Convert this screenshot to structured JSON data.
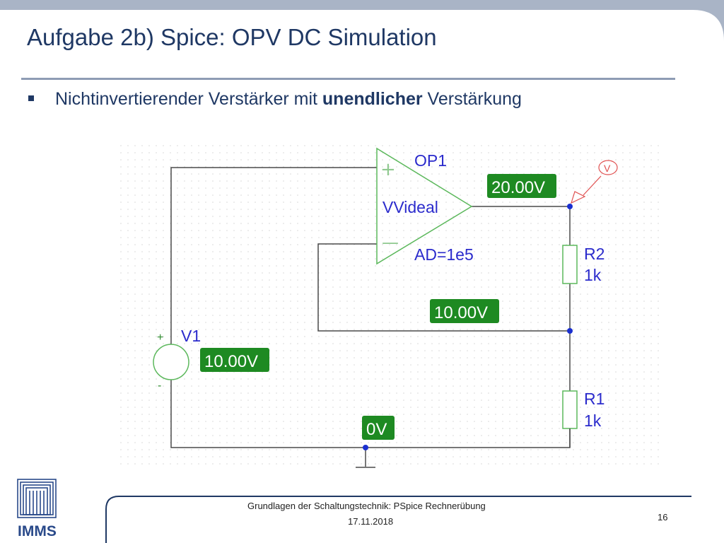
{
  "slide": {
    "title": "Aufgabe 2b) Spice: OPV DC Simulation",
    "bullet": {
      "prefix": "Nichtinvertierender Verstärker mit ",
      "emphasis": "unendlicher",
      "suffix": " Verstärkung"
    }
  },
  "schematic": {
    "opamp": {
      "name": "OP1",
      "model": "VVideal",
      "param": "AD=1e5"
    },
    "r2": {
      "name": "R2",
      "value": "1k"
    },
    "r1": {
      "name": "R1",
      "value": "1k"
    },
    "v1": {
      "name": "V1",
      "plus": "+",
      "minus": "-"
    },
    "probe": {
      "label": "V"
    },
    "voltages": {
      "output": "20.00V",
      "feedback": "10.00V",
      "source": "10.00V",
      "ground": "0V"
    },
    "colors": {
      "wire": "#4a4a4a",
      "component": "#5cb85c",
      "label": "#2b2bcc",
      "badge": "#1e8a22",
      "probe": "#e05050",
      "node": "#1a2fd0"
    }
  },
  "footer": {
    "course": "Grundlagen der Schaltungstechnik: PSpice Rechnerübung",
    "date": "17.11.2018",
    "page": "16",
    "logo_text": "IMMS"
  }
}
